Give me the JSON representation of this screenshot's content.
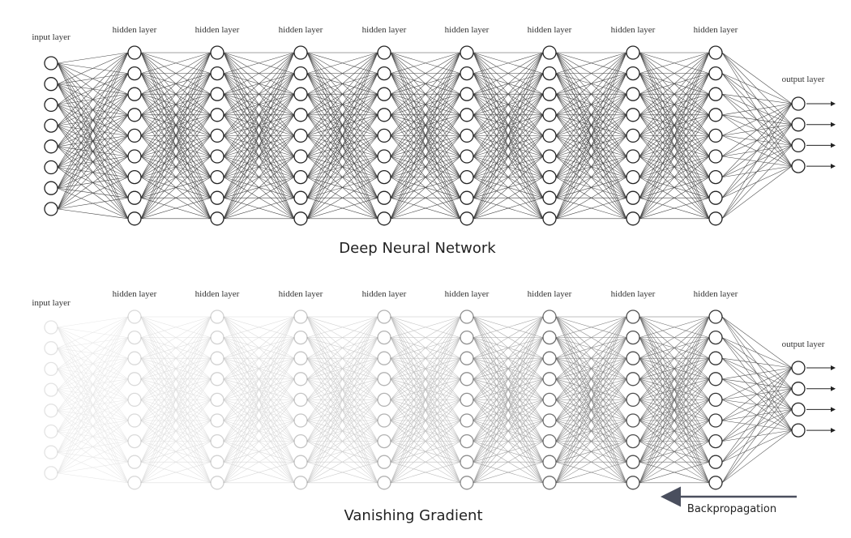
{
  "diagram": {
    "labels": {
      "input": "input layer",
      "hidden": "hidden layer",
      "output": "output layer"
    },
    "structure": {
      "input_nodes": 8,
      "hidden_layers": 8,
      "hidden_nodes": 9,
      "output_nodes": 4
    },
    "panels": [
      {
        "id": "deep",
        "title": "Deep Neural Network",
        "layer_opacity": [
          1,
          1,
          1,
          1,
          1,
          1,
          1,
          1,
          1,
          1
        ]
      },
      {
        "id": "vanishing",
        "title": "Vanishing Gradient",
        "layer_opacity": [
          0.12,
          0.16,
          0.2,
          0.26,
          0.34,
          0.5,
          0.66,
          0.8,
          0.92,
          1
        ]
      }
    ],
    "backprop_label": "Backpropagation",
    "colors": {
      "ink": "#222222",
      "arrow": "#4a4f5e"
    }
  }
}
